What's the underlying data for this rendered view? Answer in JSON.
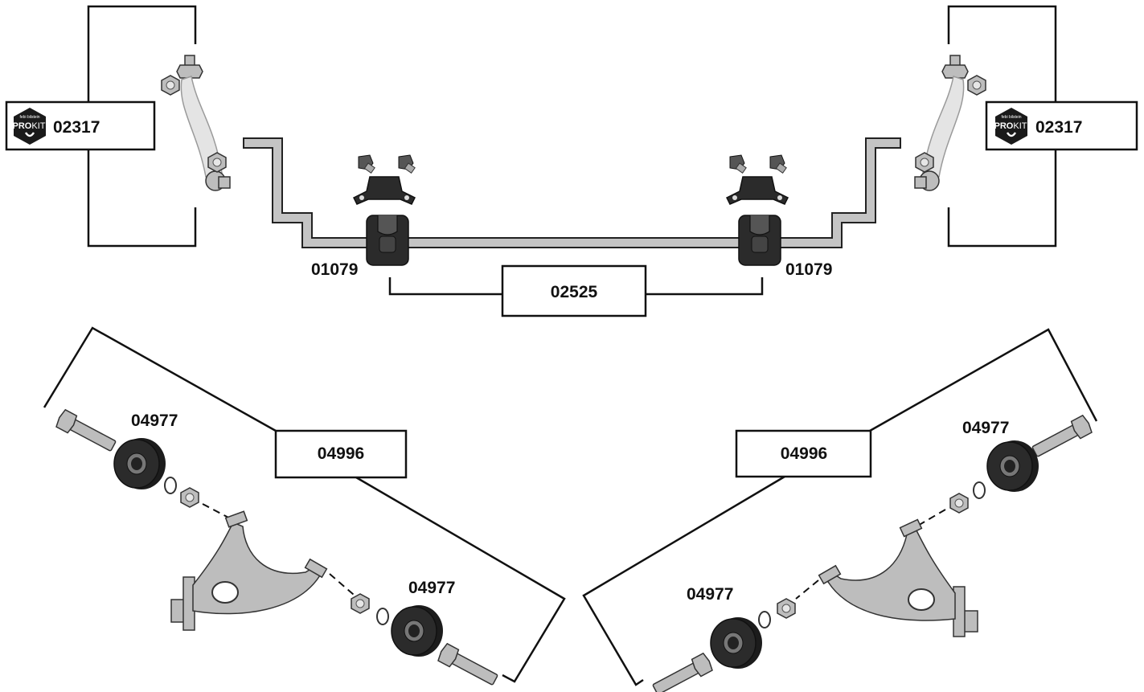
{
  "parts": {
    "link_left": "02317",
    "link_right": "02317",
    "bush_left": "01079",
    "bush_right": "01079",
    "bar_kit": "02525",
    "arm_kit_left": "04996",
    "arm_kit_right": "04996",
    "arm_bush_left_upper": "04977",
    "arm_bush_left_lower": "04977",
    "arm_bush_right_upper": "04977",
    "arm_bush_right_lower": "04977"
  },
  "logo": {
    "top_text": "febi bilstein",
    "bold_text": "PRO",
    "thin_text": "KIT"
  },
  "colors": {
    "outline": "#111111",
    "metal": "#bdbdbd",
    "rubber": "#2b2b2b",
    "logo_fill": "#1a1a1a"
  }
}
